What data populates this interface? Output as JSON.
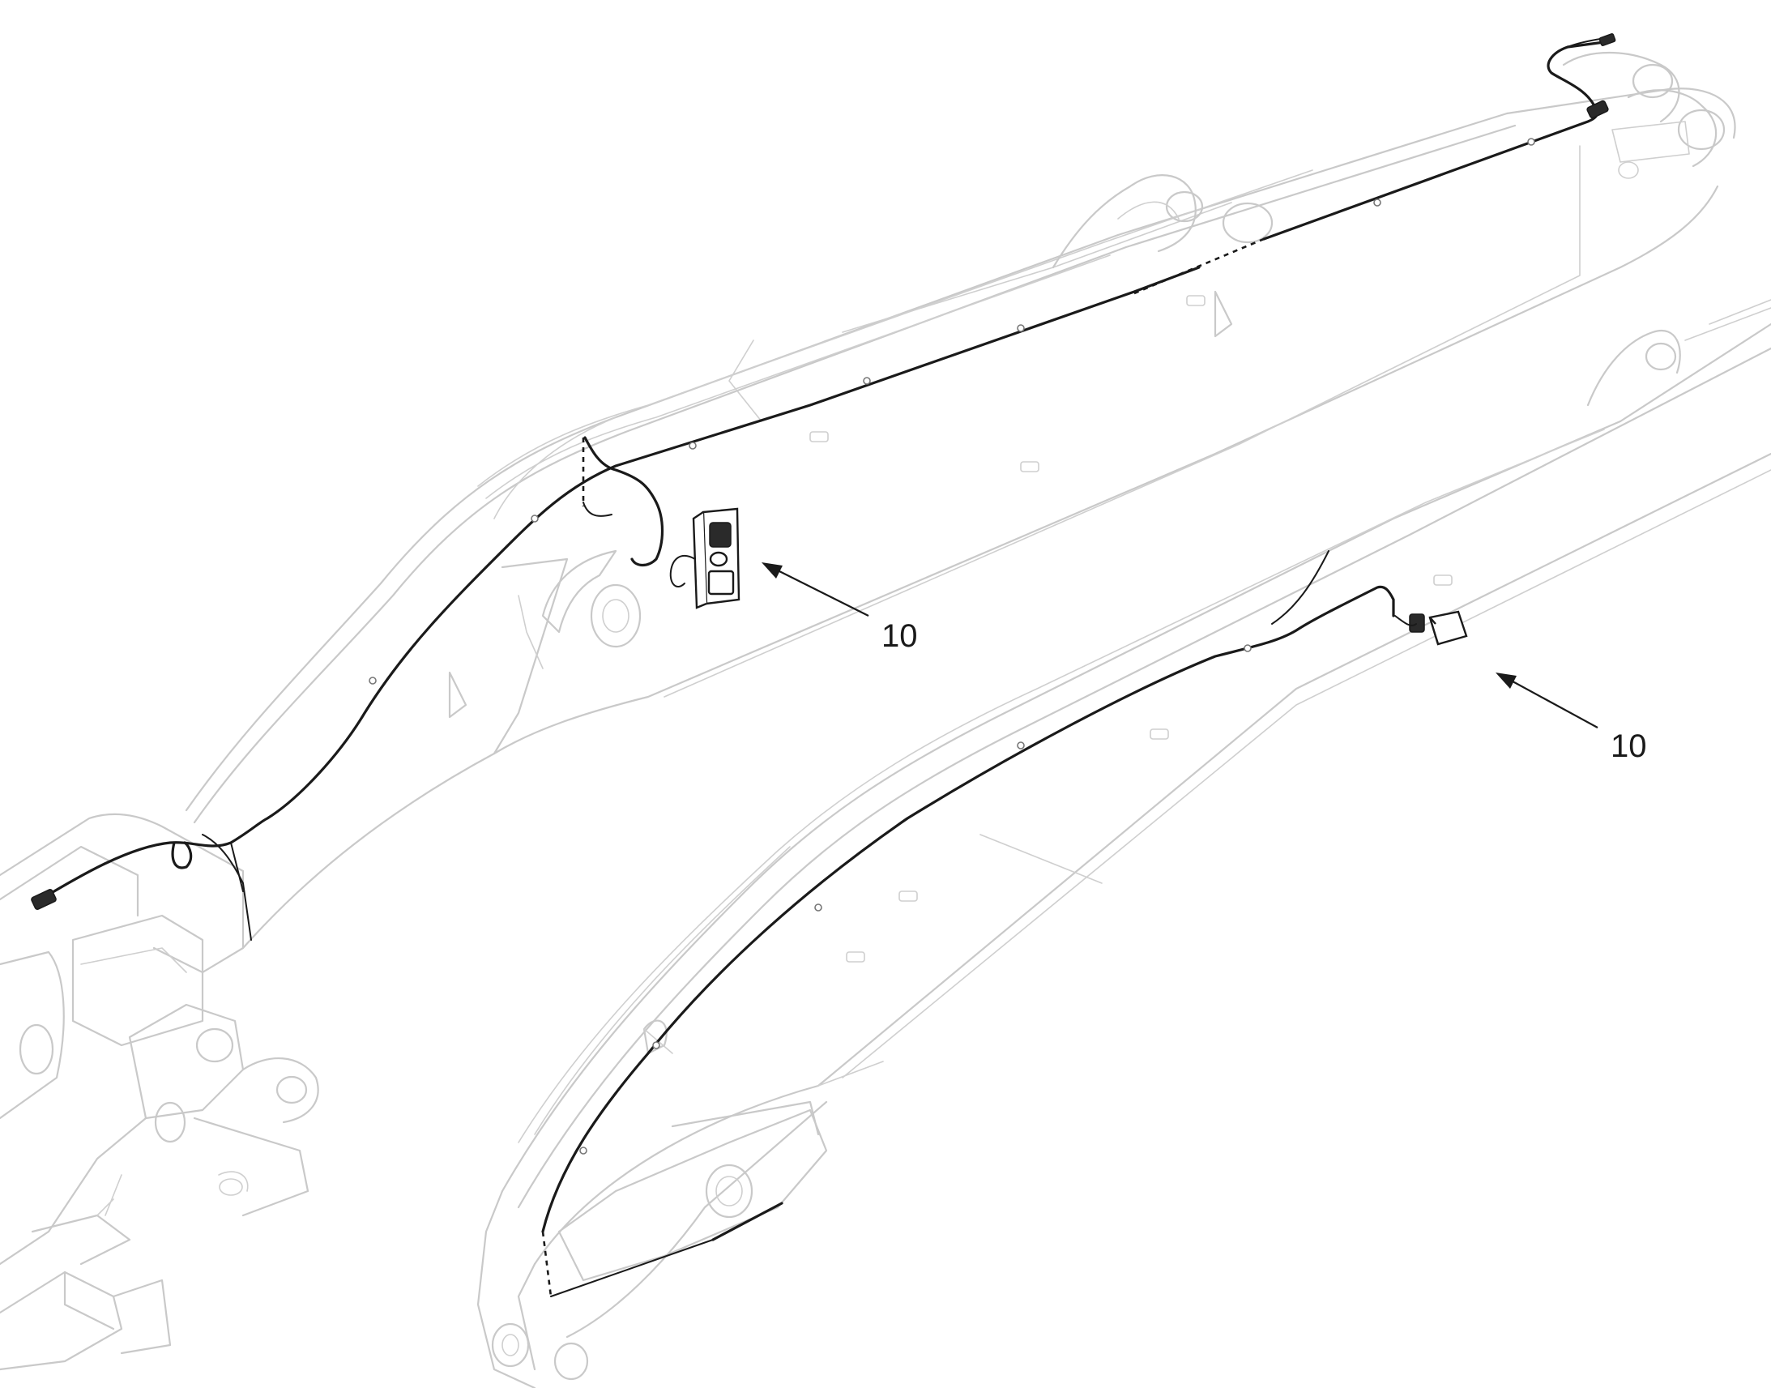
{
  "diagram": {
    "callouts": [
      {
        "id": "callout-upper",
        "label": "10"
      },
      {
        "id": "callout-lower",
        "label": "10"
      }
    ]
  }
}
